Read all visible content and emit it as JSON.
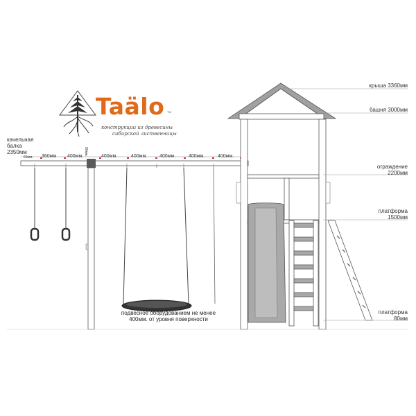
{
  "logo": {
    "brand": "Taälo",
    "trademark": "TM",
    "tagline_line1": "конструкции из древесины",
    "tagline_line2": "сибирской лиственницы",
    "brand_color": "#e06a1a"
  },
  "labels": {
    "swing_beam_line1": "качельная",
    "swing_beam_line2": "балка",
    "swing_beam_value": "2350мм",
    "roof": "крыша 3360мм",
    "tower": "башня 3000мм",
    "railing_line1": "ограждение",
    "railing_line2": "2200мм",
    "platform_line1": "платформа",
    "platform_line2": "1500мм",
    "platform_low_line1": "платформа",
    "platform_low_line2": "80мм",
    "note": "подвесное оборудованием не менее 400мм. от уровня поверхности"
  },
  "dimensions": {
    "d_60": "60мм.",
    "d_360": "360мм",
    "d_400_a": "400мм.",
    "d_90": "90мм.",
    "d_400_b": "400мм.",
    "d_400_c": "400мм.",
    "d_400_d": "400мм.",
    "d_400_e": "400мм.",
    "d_400_f": "400мм."
  },
  "colors": {
    "line": "#555555",
    "fill_gray": "#a9a9a9",
    "roof_gray": "#a0a0a0",
    "dark_fill": "#3a3a3a",
    "dim_red": "#cc3333"
  }
}
